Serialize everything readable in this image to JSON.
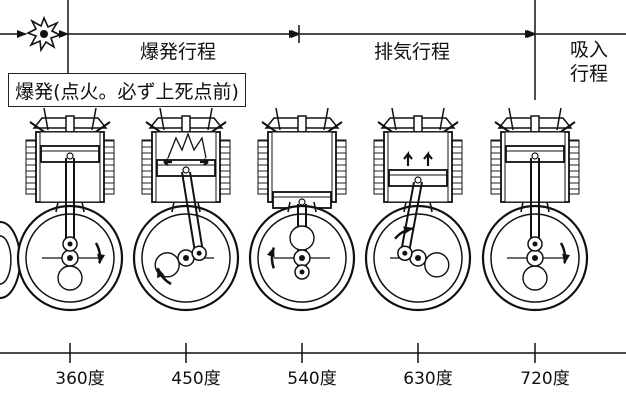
{
  "strokes": {
    "combustion": "爆発行程",
    "exhaust": "排気行程",
    "intake_line1": "吸入",
    "intake_line2": "行程"
  },
  "callout": "爆発(点火。必ず上死点前)",
  "degrees": [
    "360度",
    "450度",
    "540度",
    "630度",
    "720度"
  ],
  "icons": [
    "spark-icon",
    "arrow-icon",
    "engine-cylinder-icon",
    "crank-rotation-arrow-icon"
  ]
}
